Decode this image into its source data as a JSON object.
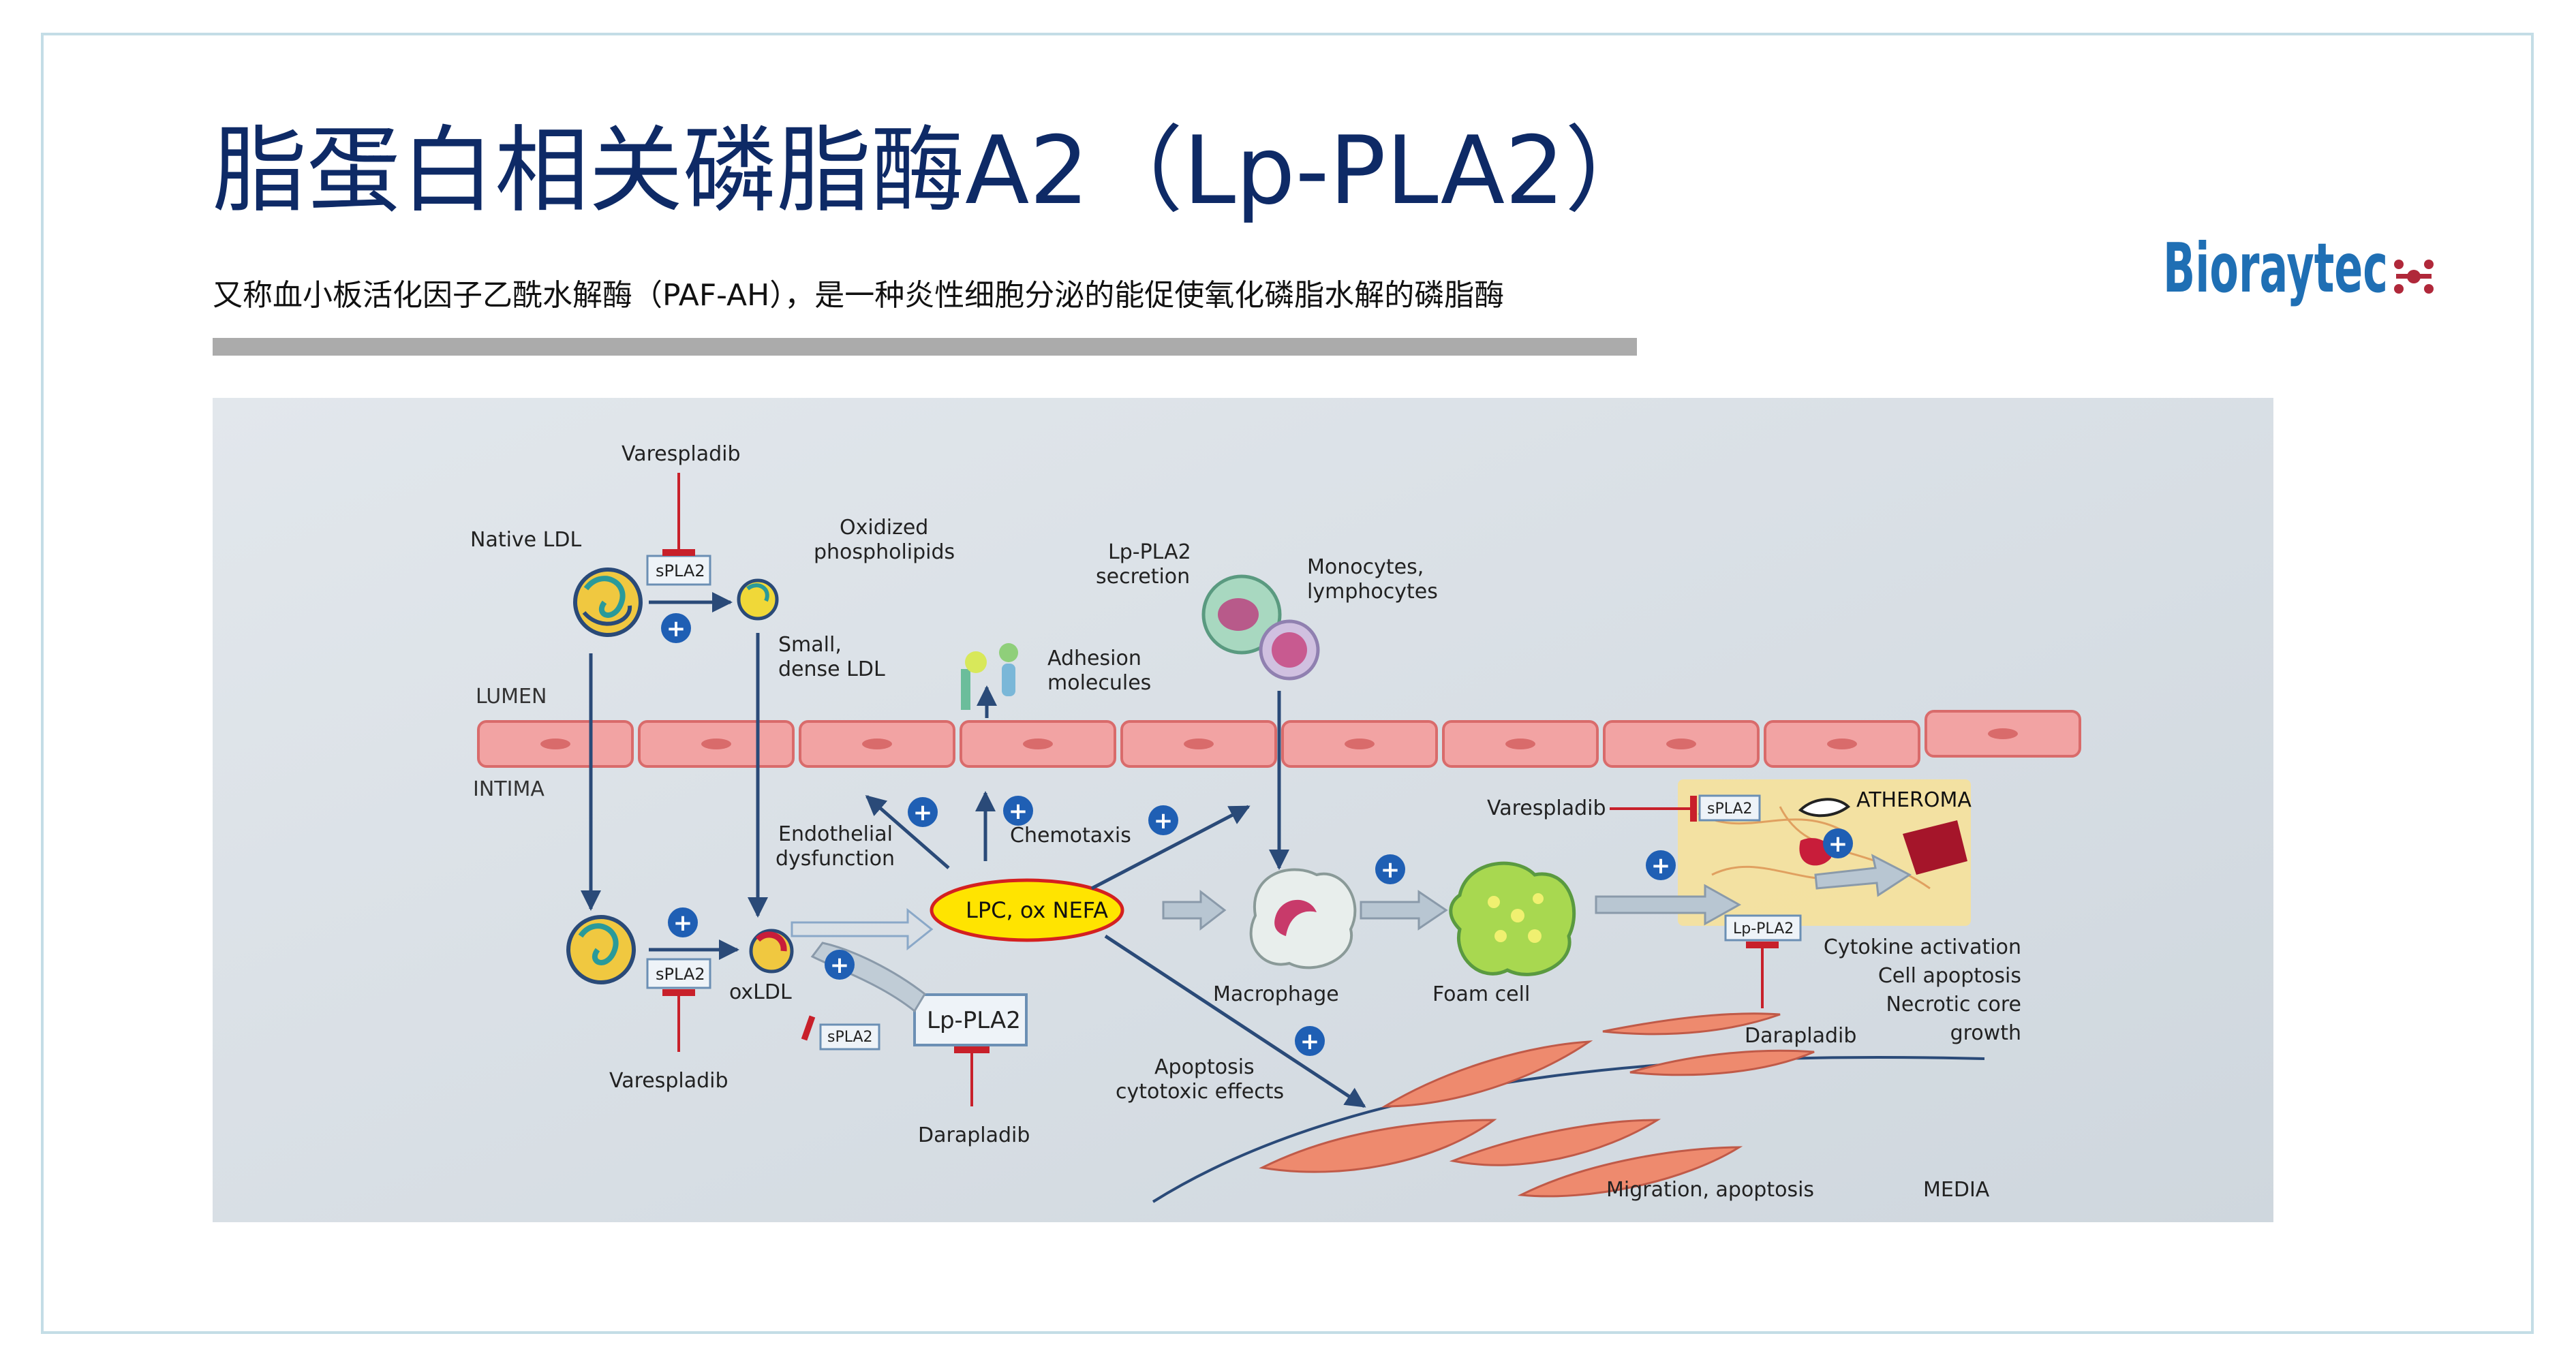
{
  "header": {
    "title": "脂蛋白相关磷脂酶A2（Lp-PLA2）",
    "subtitle": "又称血小板活化因子乙酰水解酶（PAF-AH），是一种炎性细胞分泌的能促使氧化磷脂水解的磷脂酶"
  },
  "logo": {
    "text": "Bioraytec",
    "colors": {
      "text": "#1f6fb4",
      "mark": "#b0283a"
    }
  },
  "diagram": {
    "labels": {
      "varespladib_top": "Varespladib",
      "native_ldl": "Native LDL",
      "splA2_top": "sPLA2",
      "oxidized_phospholipids": [
        "Oxidized",
        "phospholipids"
      ],
      "lppla2_secretion": [
        "Lp-PLA2",
        "secretion"
      ],
      "monocytes": [
        "Monocytes,",
        "lymphocytes"
      ],
      "small_dense_ldl": [
        "Small,",
        "dense LDL"
      ],
      "adhesion_molecules": [
        "Adhesion",
        "molecules"
      ],
      "lumen": "LUMEN",
      "intima": "INTIMA",
      "endothelial_dysfunction": [
        "Endothelial",
        "dysfunction"
      ],
      "chemotaxis": "Chemotaxis",
      "lpc_ox_nefa": "LPC, ox NEFA",
      "macrophage": "Macrophage",
      "foam_cell": "Foam cell",
      "varespladib_right": "Varespladib",
      "splA2_right": "sPLA2",
      "atheroma": "ATHEROMA",
      "lppla2_right": "Lp-PLA2",
      "cytokine": [
        "Cytokine activation",
        "Cell apoptosis",
        "Necrotic core",
        "growth"
      ],
      "darapladib_right": "Darapladib",
      "splA2_bottom": "sPLA2",
      "oxldl": "oxLDL",
      "splA2_small": "sPLA2",
      "lppla2_box": "Lp-PLA2",
      "varespladib_bottom": "Varespladib",
      "darapladib_bottom": "Darapladib",
      "apoptosis": [
        "Apoptosis",
        "cytotoxic effects"
      ],
      "migration": "Migration, apoptosis",
      "media": "MEDIA",
      "plus": "+"
    },
    "colors": {
      "background": "#d9e0e6",
      "endothelium": "#f2a3a3",
      "endothelium_border": "#d96b6b",
      "lpc_fill": "#ffe400",
      "lpc_border": "#d42020",
      "arrow": "#2a4a78",
      "plus": "#1f5fb4",
      "inhibitor": "#c8202a",
      "atheroma": "#f6e19a",
      "smooth_muscle": "#ee8a6e",
      "box_border": "#6b8fb4"
    }
  }
}
